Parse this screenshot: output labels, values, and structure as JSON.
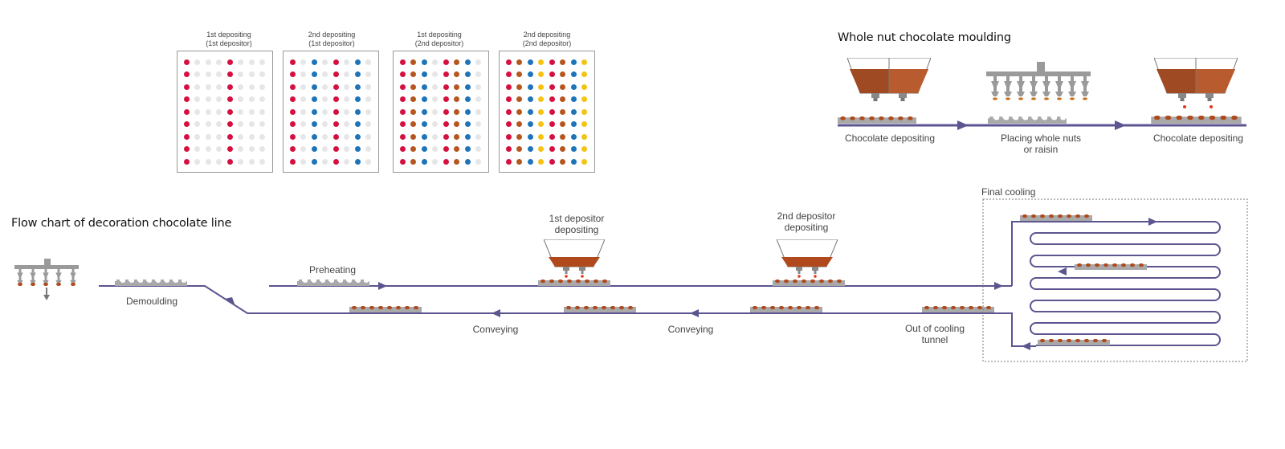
{
  "flow_title": "Flow chart of decoration chocolate line",
  "nut_title": "Whole nut chocolate moulding",
  "patterns": [
    {
      "line1": "1st depositing",
      "line2": "(1st depositor)",
      "colors": [
        "red",
        "grey",
        "grey",
        "grey",
        "red",
        "grey",
        "grey",
        "grey"
      ]
    },
    {
      "line1": "2nd depositing",
      "line2": "(1st depositor)",
      "colors": [
        "red",
        "grey",
        "blue",
        "grey",
        "red",
        "grey",
        "blue",
        "grey"
      ]
    },
    {
      "line1": "1st depositing",
      "line2": "(2nd depositor)",
      "colors": [
        "red",
        "brown",
        "blue",
        "grey",
        "red",
        "brown",
        "blue",
        "grey"
      ]
    },
    {
      "line1": "2nd depositing",
      "line2": "(2nd depositor)",
      "colors": [
        "red",
        "brown",
        "blue",
        "yellow",
        "red",
        "brown",
        "blue",
        "yellow"
      ]
    }
  ],
  "dot_colors": {
    "red": "#d5103f",
    "blue": "#1d74b8",
    "brown": "#b5561e",
    "yellow": "#f4c314",
    "grey": "#e6e6e6"
  },
  "nut_steps": {
    "step1": "Chocolate depositing",
    "step2_line1": "Placing whole nuts",
    "step2_line2": "or raisin",
    "step3": "Chocolate depositing"
  },
  "flow_labels": {
    "demoulding": "Demoulding",
    "preheating": "Preheating",
    "dep1_line1": "1st depositor",
    "dep1_line2": "depositing",
    "dep2_line1": "2nd depositor",
    "dep2_line2": "depositing",
    "conveying_1": "Conveying",
    "conveying_2": "Conveying",
    "out_line1": "Out of cooling",
    "out_line2": "tunnel",
    "final_cooling": "Final cooling"
  },
  "colors": {
    "line": "#5b5590",
    "mould": "#a9a9a9",
    "chocolate": "#b0491c"
  }
}
